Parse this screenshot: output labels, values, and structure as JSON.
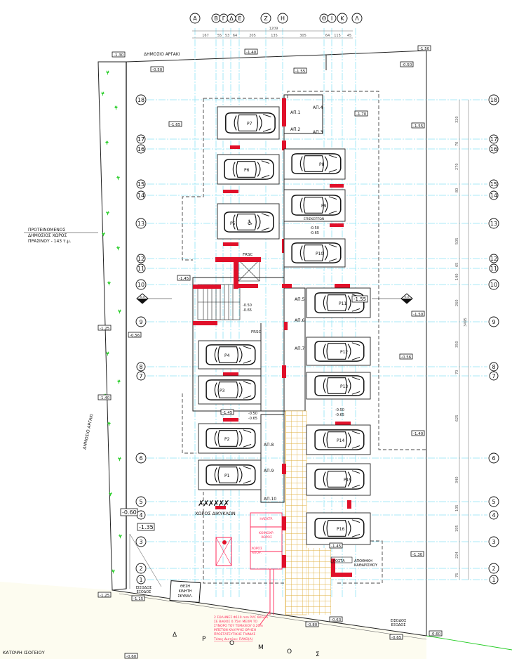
{
  "drawing_title": "ΚΑΤΟΨΗ ΙΣΟΓΕΙΟΥ",
  "columns": [
    "Α",
    "Β",
    "Γ",
    "Δ",
    "Ε",
    "Ζ",
    "Η",
    "Θ",
    "Ι",
    "Κ",
    "Λ"
  ],
  "column_dims": {
    "total": "1209",
    "parts": [
      "167",
      "55",
      "53",
      "64",
      "205",
      "135",
      "305",
      "64",
      "115",
      "45"
    ]
  },
  "rows": [
    "18",
    "17",
    "16",
    "15",
    "14",
    "13",
    "12",
    "11",
    "10",
    "9",
    "8",
    "7",
    "6",
    "5",
    "4",
    "3",
    "2",
    "1"
  ],
  "row_dims": {
    "total": "3495",
    "parts": [
      "320",
      "70",
      "270",
      "80",
      "505",
      "65",
      "140",
      "260",
      "350",
      "70",
      "625",
      "340",
      "105",
      "195",
      "224",
      "76"
    ]
  },
  "labels": {
    "top_lane": "ΔΗΜΟΣΙΟ ΑΡΓΑΚΙ",
    "left_lane": "ΔΗΜΟΣΙΟ ΑΡΓΑΚΙ",
    "green_area": [
      "ΠΡΟΤΕΙΝΟΜΕΝΟΣ",
      "ΔΗΜΟΣΙΟΣ ΧΩΡΟΣ",
      "ΠΡΑΣΙΝΟΥ - 143 τ.μ."
    ],
    "road_letters": [
      "Δ",
      "Ρ",
      "Ο",
      "Μ",
      "Ο",
      "Σ"
    ],
    "bike_area": "ΧΩΡΟΣ ΔΙΚΥΚΛΩΝ",
    "entrance_left": [
      "ΕΙΣΟΔΟΣ",
      "ΕΞΟΔΟΣ"
    ],
    "entrance_right": [
      "ΕΙΣΟΔΟΣ",
      "ΕΞΟΔΟΣ"
    ],
    "skip": [
      "ΘΕΣΗ",
      "ΚΙΝΗΤΗ",
      "ΣΚΥΒΑΛ."
    ],
    "cleaning_store": [
      "ΑΠΟΘΗΚΗ",
      "ΚΑΘΑΡΙΣΜΟΥ"
    ],
    "mailboxes": "ΡΟΣΤΑ",
    "visitors": "ΕΠΙΣΚΕΠΤΩΝ",
    "fire_door": "FRSC",
    "electrical": "ΗΛΕΚΤΡ.",
    "common_space": [
      "ΚΟΙΝΟΧΡ.",
      "ΧΩΡΟΣ"
    ],
    "trash_space": [
      "ΧΩΡΟΣ",
      "ΑΠΟΡ."
    ],
    "drainage_note": [
      "2 ΣΩΛΗΝΕΣ Φ110 mm PVC 6KG/m",
      "ΣΕ ΒΑΘΟΣ 0.75m ΜΕΧΡΙ ΤΟ",
      "ΣΥΝΟΡΟ ΤΟΥ ΤΕΜΑΧΙΟΥ 0.20m",
      "ΜΠΕΤΟΝ ΚΑΛΥΨΗΣ ΘΡΗΣΗ",
      "ΠΡΟΣΤΑΤΕΥΤΙΚΗΣ ΤΑΙΝΙΑΣ",
      "Τύπος Δικτύου: ΠΑΚΟ(Α)"
    ]
  },
  "parking": [
    "P1",
    "P2",
    "P3",
    "P4",
    "P5",
    "P6",
    "P7",
    "P8",
    "P9",
    "P10",
    "P11",
    "P12",
    "P13",
    "P14",
    "P15",
    "P16"
  ],
  "storage": [
    "ΑΠ.1",
    "ΑΠ.2",
    "ΑΠ.3",
    "ΑΠ.4",
    "ΑΠ.5",
    "ΑΠ.6",
    "ΑΠ.7",
    "ΑΠ.8",
    "ΑΠ.9",
    "ΑΠ.10"
  ],
  "levels": {
    "l130": "-1.30",
    "l140": "-1.40",
    "l150": "-1.50",
    "l050": "-0.50",
    "l155": "-1.55",
    "l165": "-1.65",
    "l170": "-1.70",
    "l145": "-1.45",
    "l125": "-1.25",
    "l056": "-0.56",
    "l060": "-0.60",
    "l135": "-1.35",
    "l115": "-1.15",
    "l063": "-0.63",
    "l065": "-0.65",
    "l050b": "-0.50",
    "l065b": "-0.65",
    "l080": "-0.80",
    "l155b": "-1.55"
  },
  "section_marker": "Θ-Θ",
  "colors": {
    "grid": "#8fe3f5",
    "columns_red": "#e0102a",
    "green": "#22cc22",
    "ramp": "#e0b040",
    "road": "#fdfcf0",
    "pink": "#ff2a5a"
  }
}
